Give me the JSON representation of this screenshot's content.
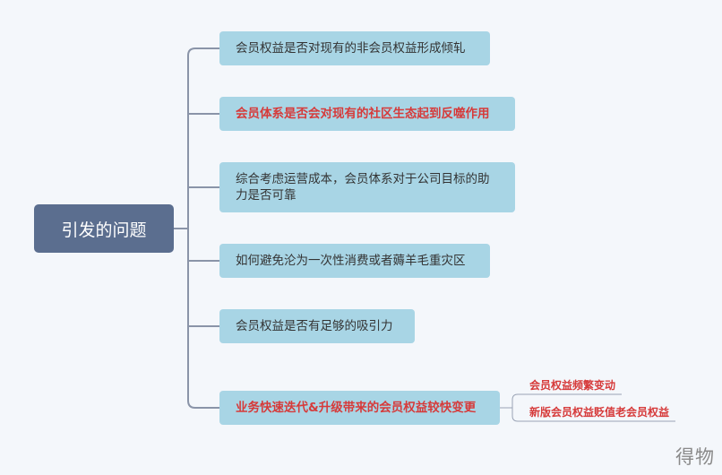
{
  "root": {
    "label": "引发的问题"
  },
  "branches": [
    {
      "label": "会员权益是否对现有的非会员权益形成倾轧",
      "highlight": false
    },
    {
      "label": "会员体系是否会对现有的社区生态起到反噬作用",
      "highlight": true
    },
    {
      "label": "综合考虑运营成本，会员体系对于公司目标的助力是否可靠",
      "highlight": false
    },
    {
      "label": "如何避免沦为一次性消费或者薅羊毛重灾区",
      "highlight": false
    },
    {
      "label": "会员权益是否有足够的吸引力",
      "highlight": false
    },
    {
      "label": "业务快速迭代&升级带来的会员权益较快变更",
      "highlight": true,
      "children": [
        {
          "label": "会员权益频繁变动"
        },
        {
          "label": "新版会员权益贬值老会员权益"
        }
      ]
    }
  ],
  "watermark": "得物",
  "colors": {
    "background": "#f4f7fb",
    "root_fill": "#5b6e8f",
    "node_fill": "#a8d5e5",
    "connector": "#8a94a8",
    "highlight_text": "#d63a3a"
  }
}
